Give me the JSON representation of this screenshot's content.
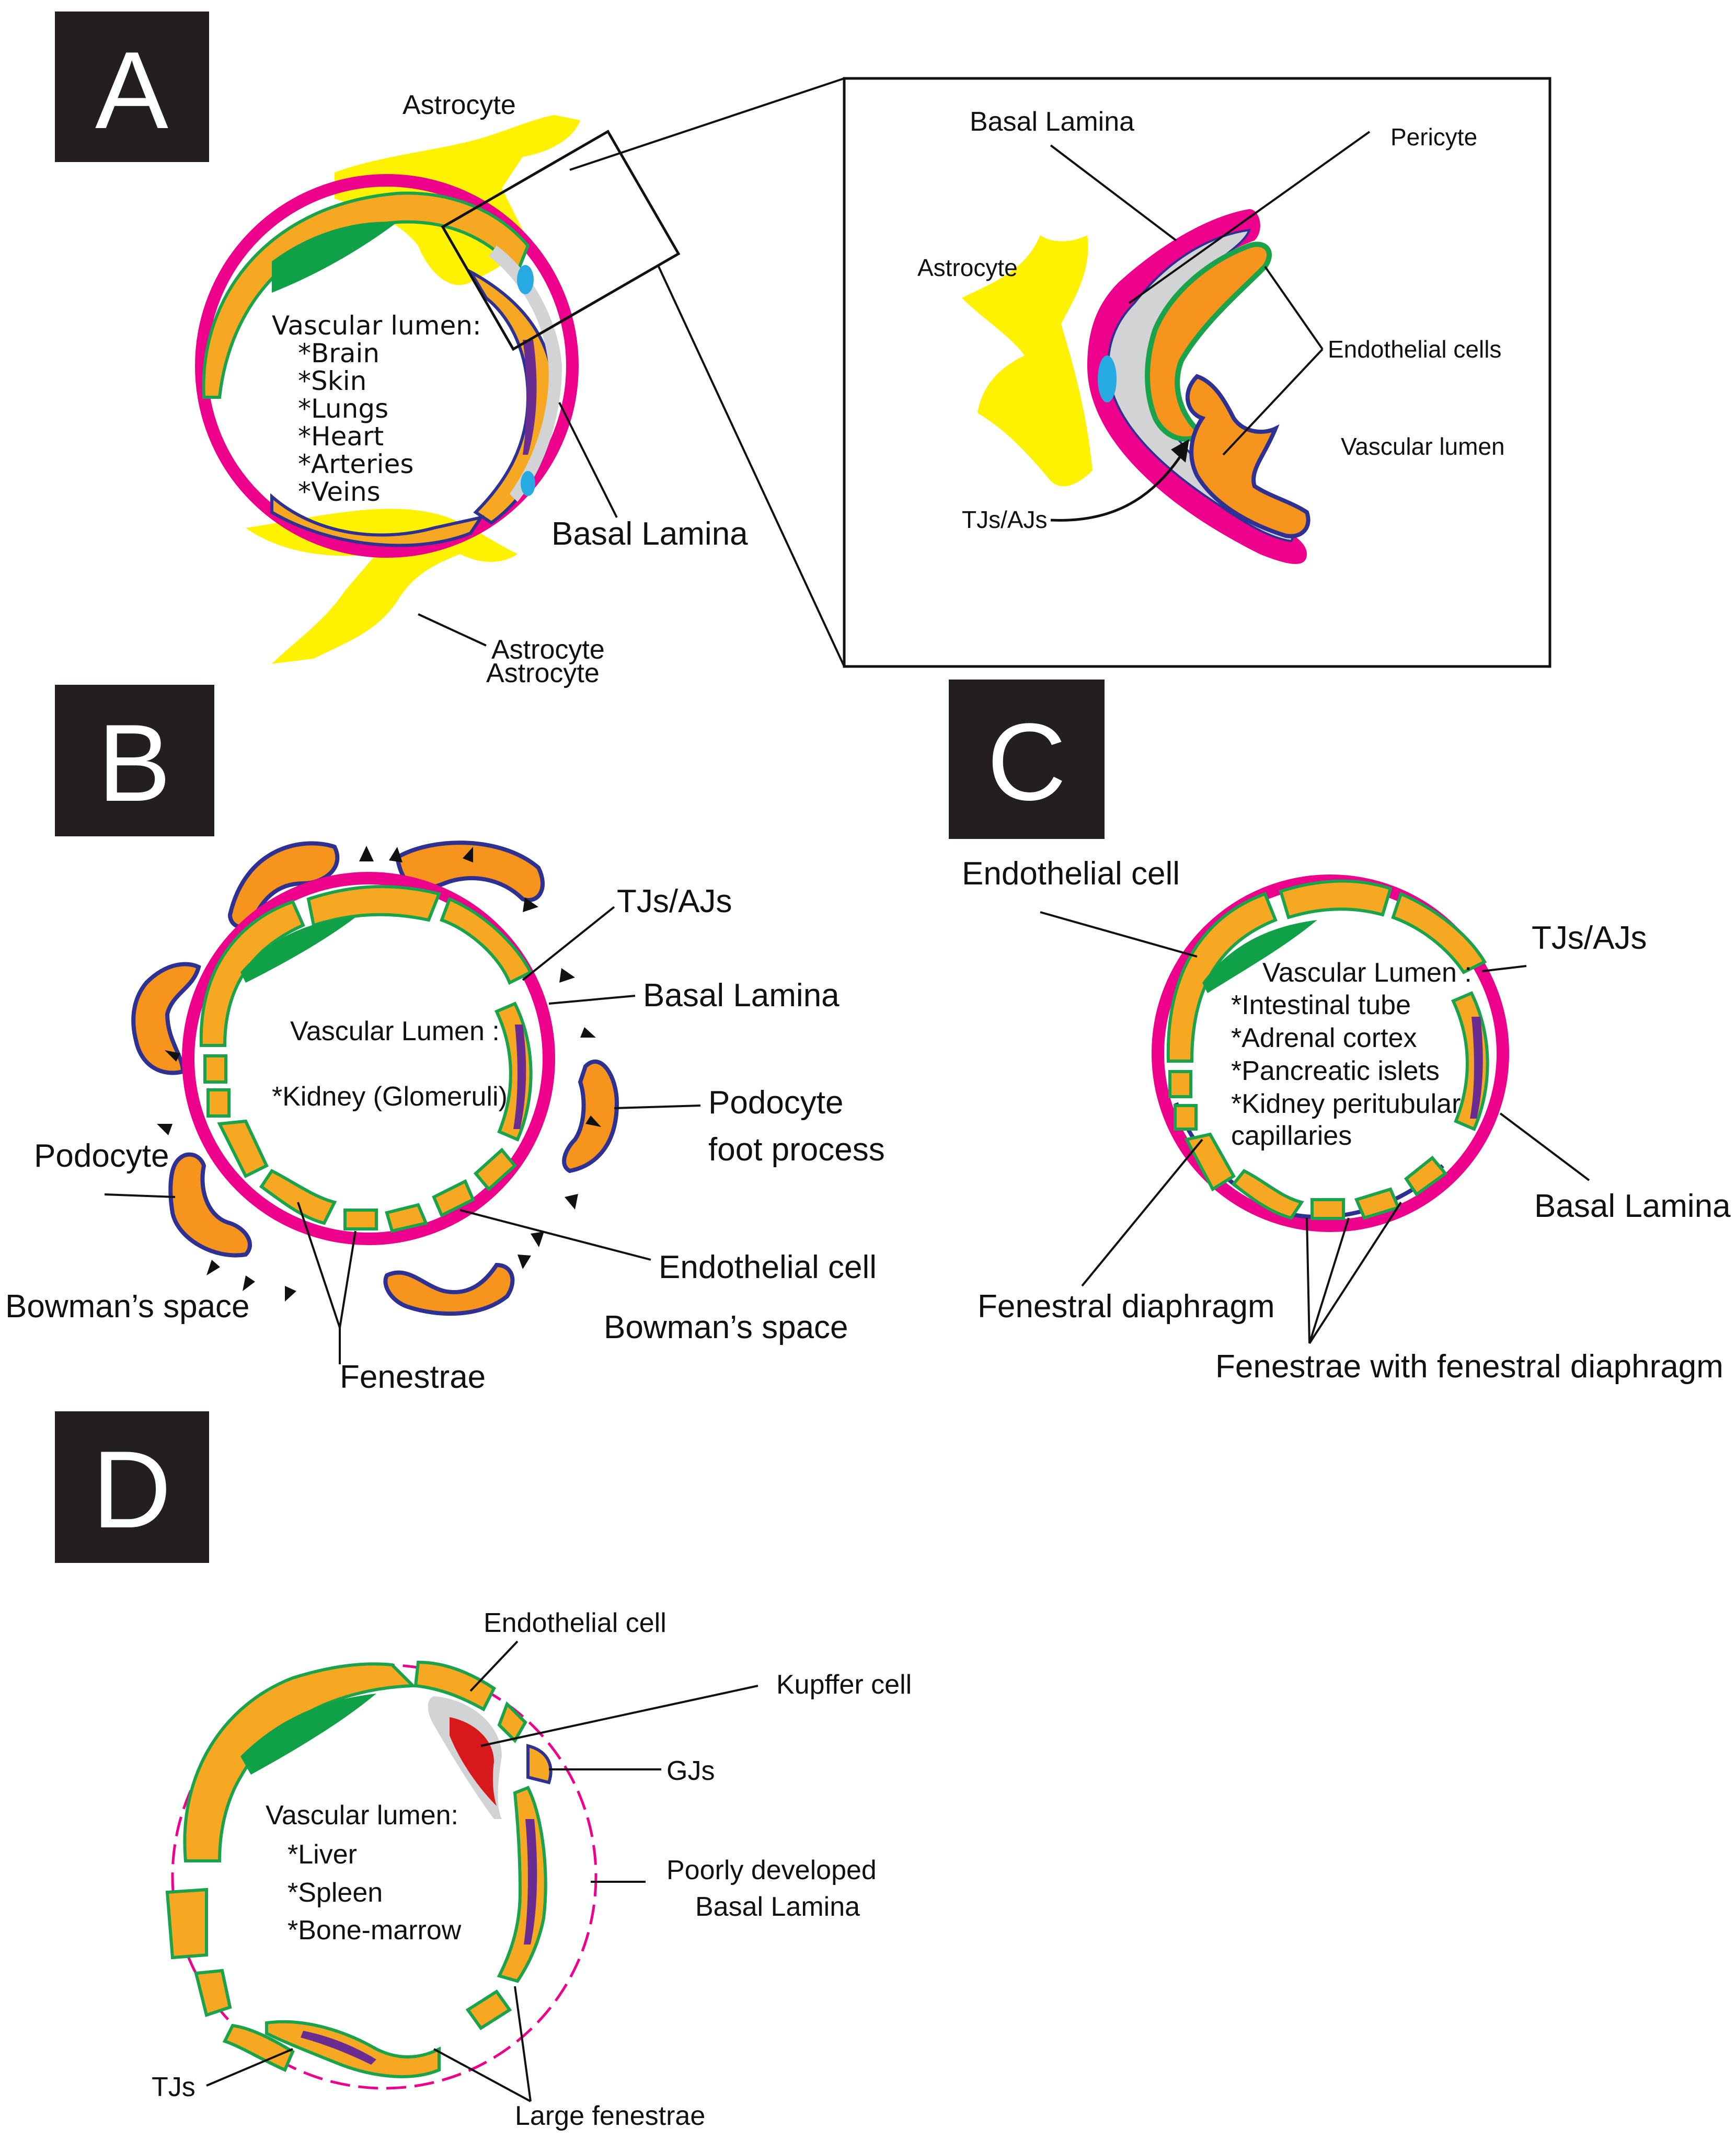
{
  "colors": {
    "basal_lamina": "#ec008c",
    "endothelial": "#f7a823",
    "endothelial_border": "#1aa34a",
    "nucleus_green": "#0fa048",
    "nucleus_purple": "#6b2c91",
    "astrocyte": "#fff200",
    "pericyte_gray": "#d1d3d4",
    "pericyte_nucleus": "#27aae1",
    "podocyte": "#f7941d",
    "podocyte_border": "#2e3192",
    "kupffer": "#d7191c",
    "panel_bg": "#231f20"
  },
  "panels": {
    "A": {
      "letter": "A",
      "labels": {
        "astrocyte_top": "Astrocyte",
        "astrocyte_bottom_1": "Astrocyte",
        "astrocyte_bottom_2": "Astrocyte",
        "basal_lamina": "Basal Lamina"
      },
      "lumen_title": "Vascular lumen:",
      "lumen_items": [
        "*Brain",
        "*Skin",
        "*Lungs",
        "*Heart",
        "*Arteries",
        "*Veins"
      ],
      "inset": {
        "basal_lamina": "Basal Lamina",
        "pericyte": "Pericyte",
        "astrocyte": "Astrocyte",
        "endothelial_cells": "Endothelial cells",
        "vascular_lumen": "Vascular lumen",
        "tjs_ajs": "TJs/AJs"
      }
    },
    "B": {
      "letter": "B",
      "labels": {
        "tjs_ajs": "TJs/AJs",
        "basal_lamina": "Basal Lamina",
        "podocyte_foot_1": "Podocyte",
        "podocyte_foot_2": "foot process",
        "podocyte": "Podocyte",
        "bowmans_left": "Bowman’s space",
        "endothelial_cell": "Endothelial cell",
        "bowmans_right": "Bowman’s space",
        "fenestrae": "Fenestrae"
      },
      "lumen_title": "Vascular Lumen :",
      "lumen_items": [
        "*Kidney (Glomeruli)"
      ]
    },
    "C": {
      "letter": "C",
      "labels": {
        "endothelial_cell": "Endothelial cell",
        "tjs_ajs": "TJs/AJs",
        "basal_lamina": "Basal Lamina",
        "fenestral_diaphragm": "Fenestral diaphragm",
        "fenestrae_with": "Fenestrae with fenestral diaphragm"
      },
      "lumen_title": "Vascular Lumen :",
      "lumen_items": [
        "*Intestinal tube",
        "*Adrenal cortex",
        "*Pancreatic islets",
        "*Kidney peritubular",
        "capillaries"
      ]
    },
    "D": {
      "letter": "D",
      "labels": {
        "endothelial_cell": "Endothelial cell",
        "kupffer_cell": "Kupffer cell",
        "gjs": "GJs",
        "poorly_1": "Poorly developed",
        "poorly_2": "Basal Lamina",
        "tjs": "TJs",
        "large_fenestrae": "Large fenestrae"
      },
      "lumen_title": "Vascular lumen:",
      "lumen_items": [
        "*Liver",
        "*Spleen",
        "*Bone-marrow"
      ]
    }
  }
}
